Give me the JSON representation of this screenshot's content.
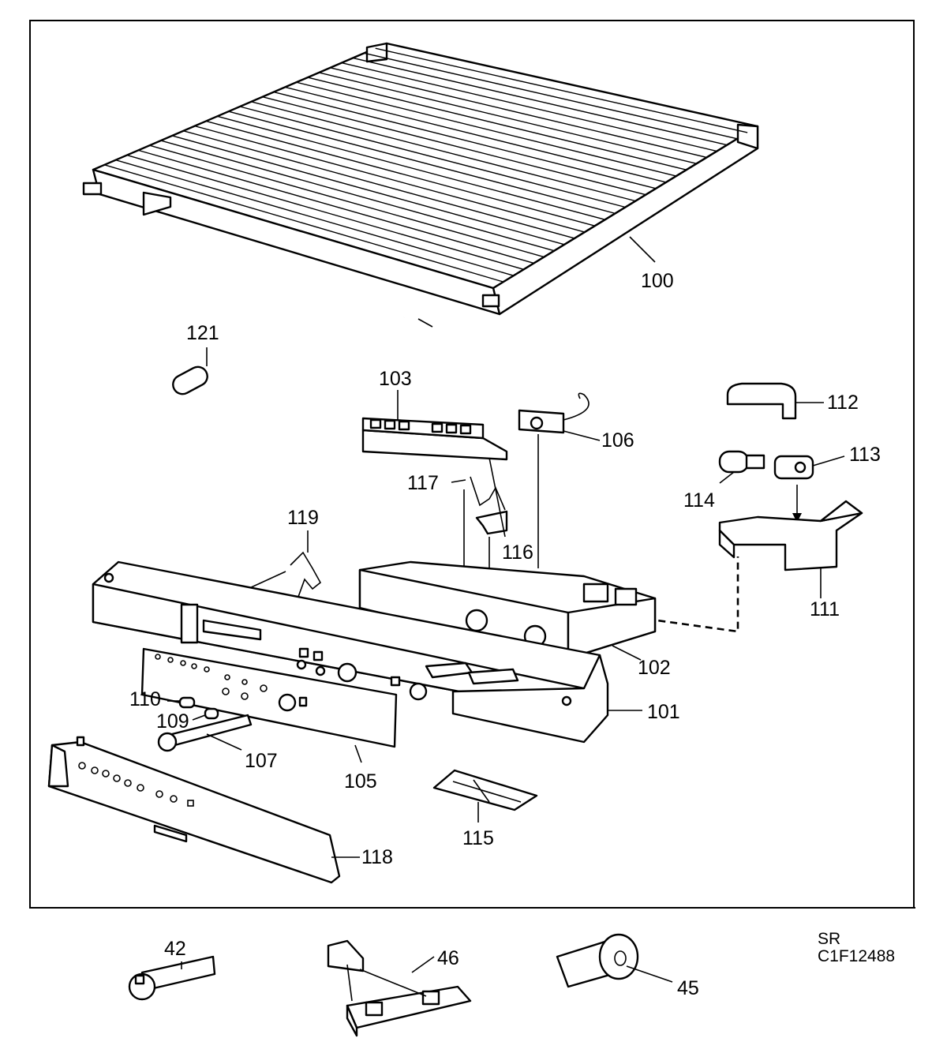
{
  "parts": [
    {
      "id": "100",
      "label": "100"
    },
    {
      "id": "101",
      "label": "101"
    },
    {
      "id": "102",
      "label": "102"
    },
    {
      "id": "103",
      "label": "103"
    },
    {
      "id": "105",
      "label": "105"
    },
    {
      "id": "106",
      "label": "106"
    },
    {
      "id": "107",
      "label": "107"
    },
    {
      "id": "109",
      "label": "109"
    },
    {
      "id": "110",
      "label": "110"
    },
    {
      "id": "111",
      "label": "111"
    },
    {
      "id": "112",
      "label": "112"
    },
    {
      "id": "113",
      "label": "113"
    },
    {
      "id": "114",
      "label": "114"
    },
    {
      "id": "115",
      "label": "115"
    },
    {
      "id": "116",
      "label": "116"
    },
    {
      "id": "117",
      "label": "117"
    },
    {
      "id": "118",
      "label": "118"
    },
    {
      "id": "119",
      "label": "119"
    },
    {
      "id": "121",
      "label": "121"
    },
    {
      "id": "42",
      "label": "42"
    },
    {
      "id": "45",
      "label": "45"
    },
    {
      "id": "46",
      "label": "46"
    }
  ],
  "reference": {
    "line1": "SR",
    "line2": "C1F12488"
  }
}
